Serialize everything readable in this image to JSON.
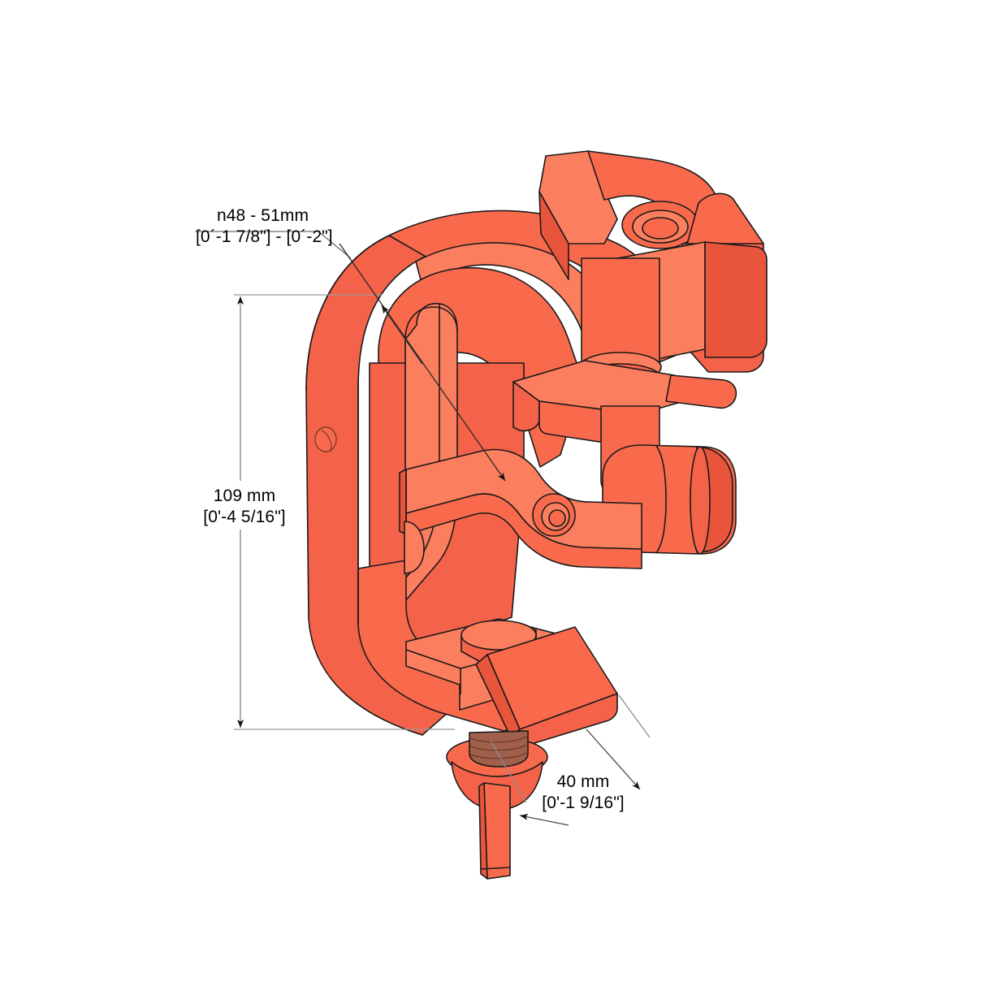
{
  "drawing": {
    "title": "Truss clamp isometric dimension drawing",
    "background_color": "#ffffff",
    "body_fill": "#f96a4d",
    "body_fill_light": "#fb7e5e",
    "body_fill_mid": "#f4624a",
    "body_fill_dark": "#e8553c",
    "thread_fill": "#a0604c",
    "edge_color": "#1a1a1a",
    "dimension_line_color": "#808080",
    "dimension_text_color": "#000000"
  },
  "dimensions": {
    "diameter": {
      "name": "clamp-jaw-diameter",
      "metric": "n48 - 51mm",
      "imperial": "[0´-1 7/8\"] - [0´-2\"]"
    },
    "height": {
      "name": "overall-height",
      "metric": "109 mm",
      "imperial": "[0'-4 5/16\"]"
    },
    "depth": {
      "name": "bottom-plate-depth",
      "metric": "40 mm",
      "imperial": "[0'-1 9/16\"]"
    }
  }
}
